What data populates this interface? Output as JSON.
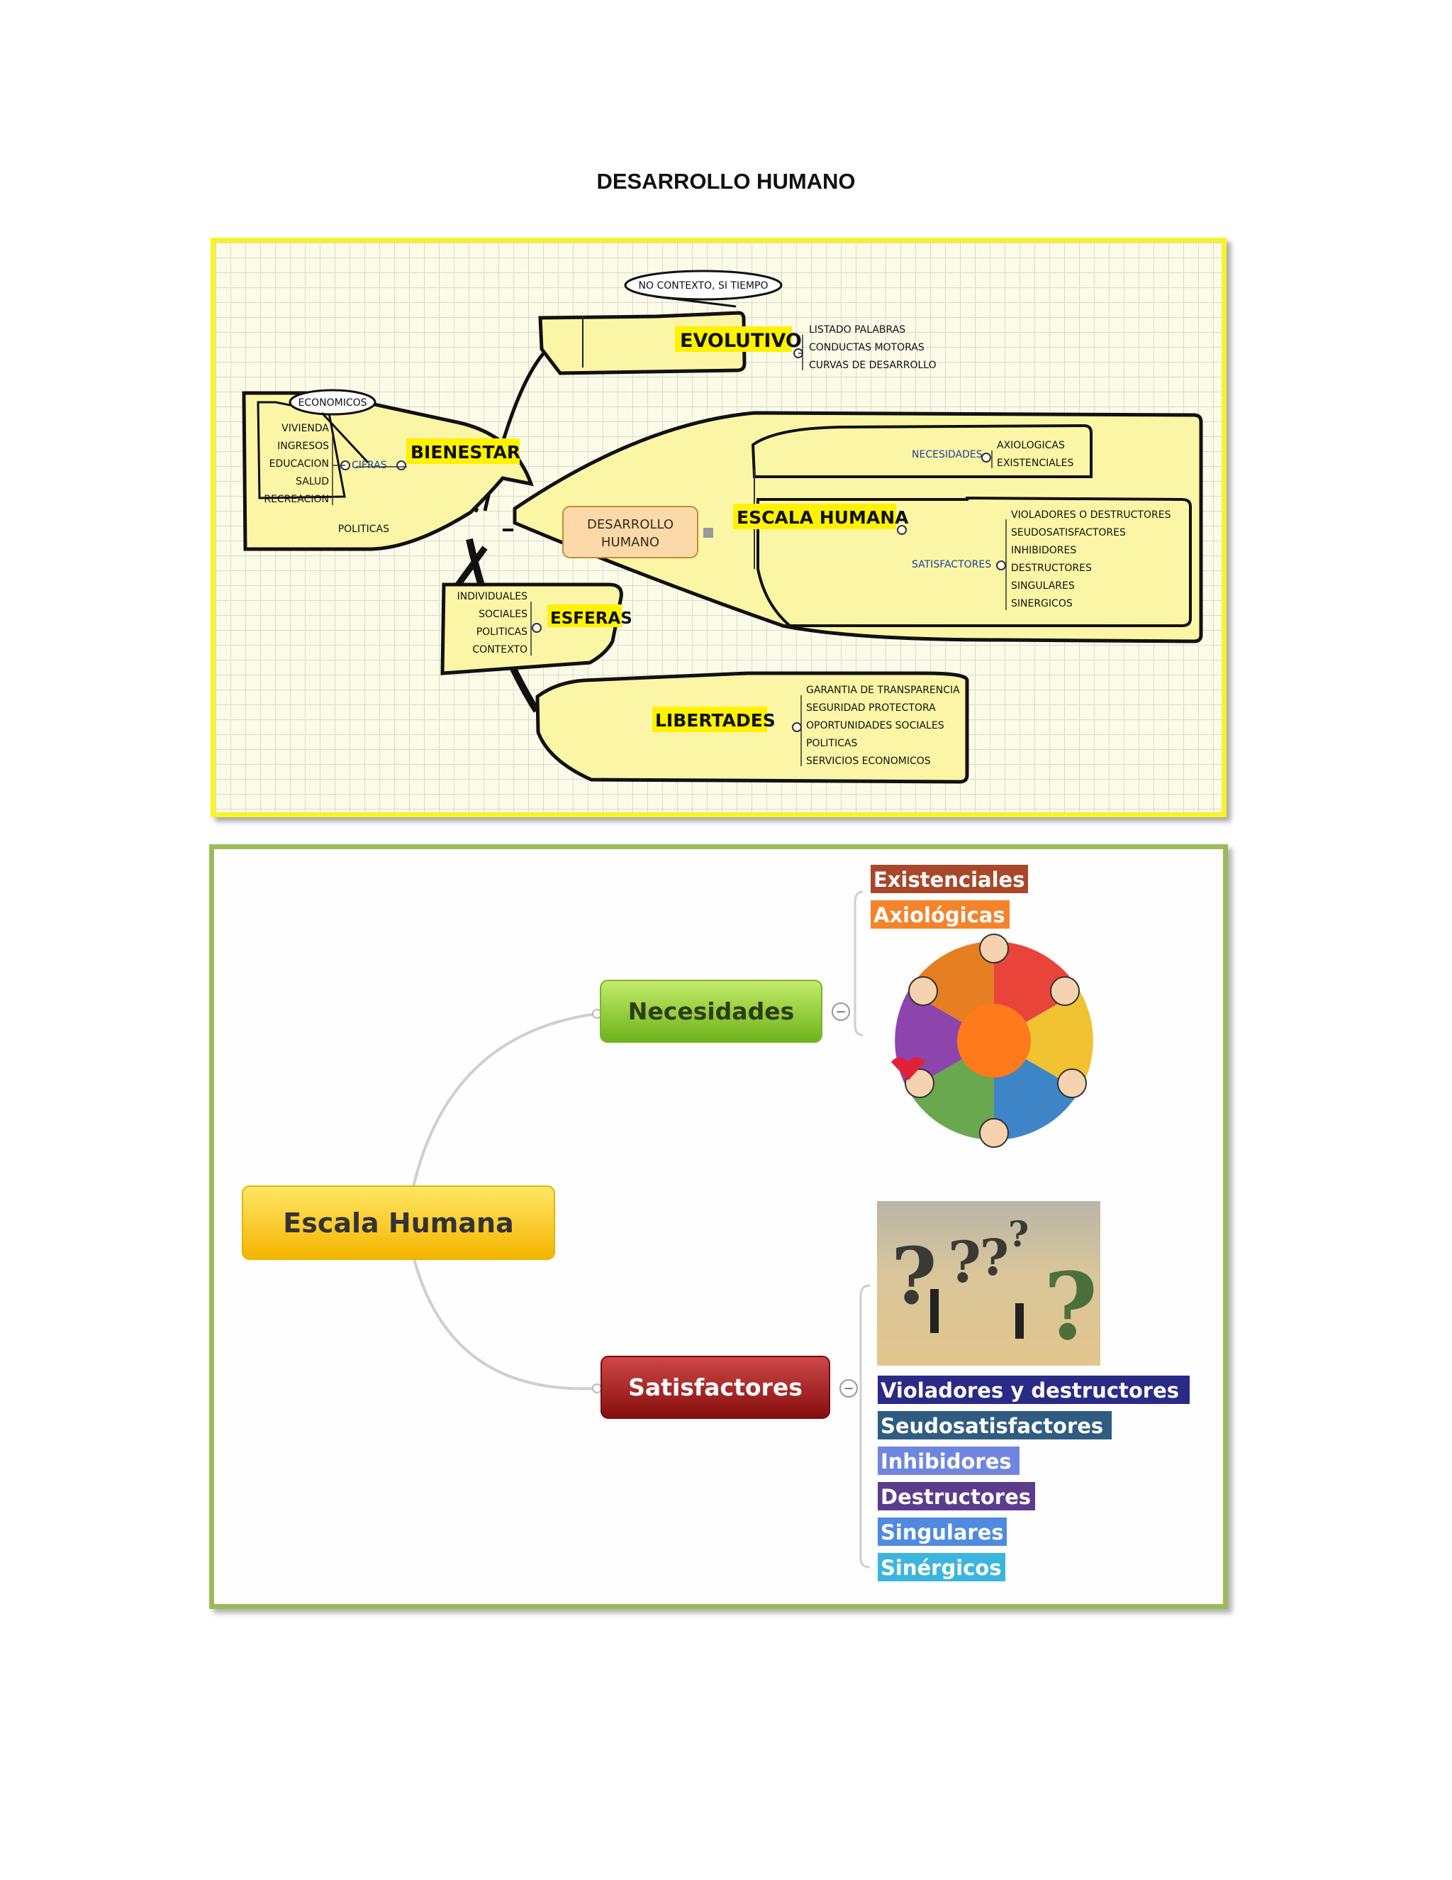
{
  "page": {
    "title": "DESARROLLO HUMANO"
  },
  "map1": {
    "center": {
      "line1": "DESARROLLO",
      "line2": "HUMANO"
    },
    "evolutivo": {
      "label": "EVOLUTIVO",
      "note": "NO CONTEXTO, SI TIEMPO",
      "items": [
        "LISTADO PALABRAS",
        "CONDUCTAS MOTORAS",
        "CURVAS DE DESARROLLO"
      ]
    },
    "bienestar": {
      "label": "BIENESTAR",
      "note": "ECONOMICOS",
      "cifras": "CIFRAS",
      "cifras_items": [
        "VIVIENDA",
        "INGRESOS",
        "EDUCACION",
        "SALUD",
        "RECREACION"
      ],
      "politicas": "POLITICAS"
    },
    "escala": {
      "label": "ESCALA HUMANA",
      "necesidades": "NECESIDADES",
      "necesidades_items": [
        "AXIOLOGICAS",
        "EXISTENCIALES"
      ],
      "satisfactores": "SATISFACTORES",
      "satisfactores_items": [
        "VIOLADORES O DESTRUCTORES",
        "SEUDOSATISFACTORES",
        "INHIBIDORES",
        "DESTRUCTORES",
        "SINGULARES",
        "SINERGICOS"
      ]
    },
    "esferas": {
      "label": "ESFERAS",
      "items": [
        "INDIVIDUALES",
        "SOCIALES",
        "POLITICAS",
        "CONTEXTO"
      ]
    },
    "libertades": {
      "label": "LIBERTADES",
      "items": [
        "GARANTIA DE TRANSPARENCIA",
        "SEGURIDAD PROTECTORA",
        "OPORTUNIDADES SOCIALES",
        "POLITICAS",
        "SERVICIOS ECONOMICOS"
      ]
    }
  },
  "map2": {
    "root": "Escala Humana",
    "necesidades": {
      "label": "Necesidades",
      "items": [
        "Existenciales",
        "Axiológicas"
      ]
    },
    "satisfactores": {
      "label": "Satisfactores",
      "items": [
        "Violadores y destructores",
        "Seudosatisfactores",
        "Inhibidores",
        "Destructores",
        "Singulares",
        "Sinérgicos"
      ]
    },
    "collapse_symbol": "−"
  },
  "colors": {
    "yellow_frame": "#f7f22a",
    "green_frame": "#9bbb59",
    "bubble_fill": "#fbf6a6",
    "highlight": "#fff200",
    "root_gradient": [
      "#ffe24a",
      "#f5b400"
    ],
    "necesidades_gradient": [
      "#b5e64e",
      "#6fb01a"
    ],
    "satisfactores_gradient": [
      "#c33a3a",
      "#8a0f0f"
    ]
  }
}
